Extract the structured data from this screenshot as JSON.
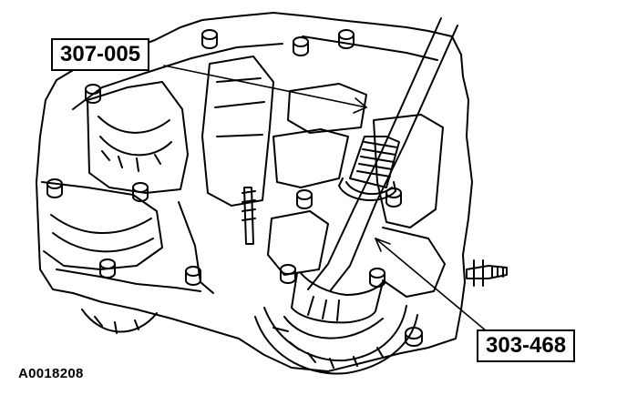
{
  "figure": {
    "callouts": {
      "tool_upper": "307-005",
      "tool_lower": "303-468"
    },
    "figure_id": "A0018208"
  },
  "colors": {
    "ink": "#000000",
    "paper": "#ffffff"
  }
}
